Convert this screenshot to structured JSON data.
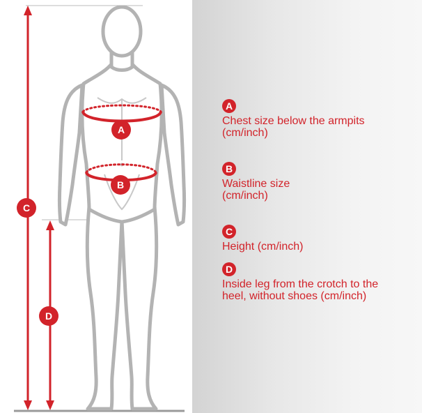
{
  "colors": {
    "accent": "#d2232a",
    "body_outline": "#b3b3b3",
    "background_panel": "#e4e4e4"
  },
  "figure": {
    "markers": {
      "a": "A",
      "b": "B",
      "c": "C",
      "d": "D"
    }
  },
  "legend": [
    {
      "letter": "A",
      "text": "Chest size below the armpits\n(cm/inch)"
    },
    {
      "letter": "B",
      "text": "Waistline size\n(cm/inch)"
    },
    {
      "letter": "C",
      "text": "Height (cm/inch)"
    },
    {
      "letter": "D",
      "text": "Inside leg from the crotch to the\nheel, without shoes (cm/inch)"
    }
  ]
}
